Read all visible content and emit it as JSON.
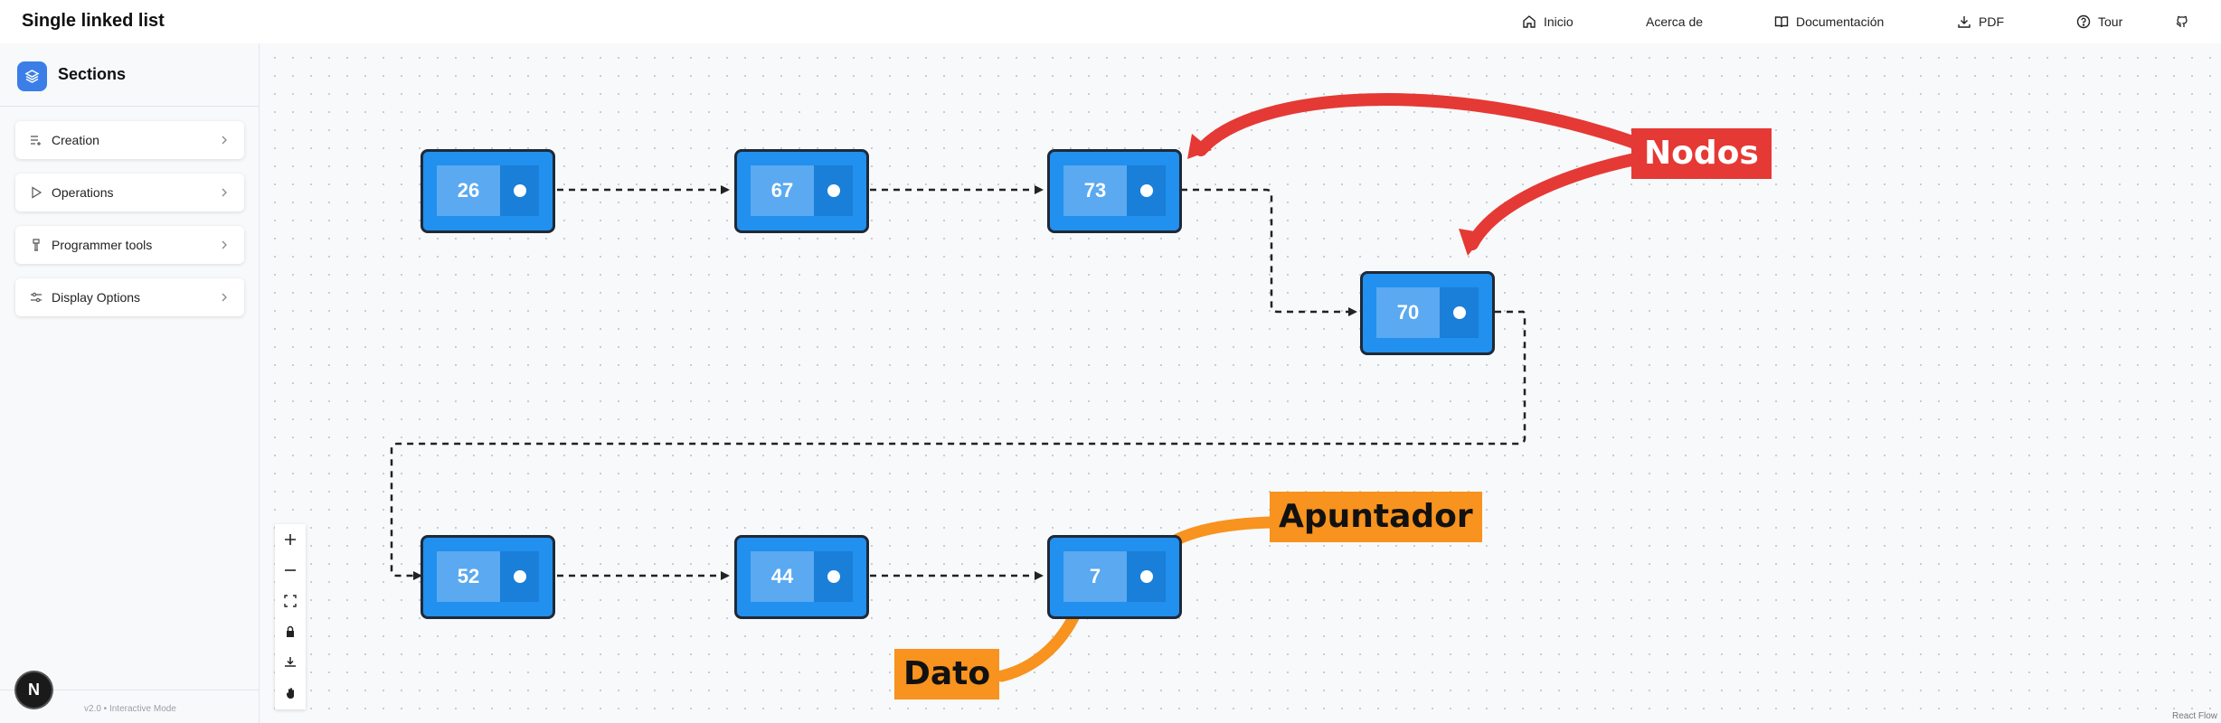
{
  "app": {
    "title": "Single linked list"
  },
  "nav": [
    {
      "label": "Inicio",
      "icon": "home-icon"
    },
    {
      "label": "Acerca de",
      "icon": ""
    },
    {
      "label": "Documentación",
      "icon": "book-icon"
    },
    {
      "label": "PDF",
      "icon": "download-icon"
    },
    {
      "label": "Tour",
      "icon": "help-circle-icon"
    },
    {
      "label": "",
      "icon": "github-icon"
    }
  ],
  "sidebar": {
    "title": "Sections",
    "items": [
      {
        "label": "Creation",
        "icon": "list-plus-icon"
      },
      {
        "label": "Operations",
        "icon": "play-icon"
      },
      {
        "label": "Programmer tools",
        "icon": "tool-icon"
      },
      {
        "label": "Display Options",
        "icon": "sliders-icon"
      }
    ],
    "footer": "v2.0 • Interactive Mode",
    "next_badge": "N"
  },
  "list": {
    "nodes": [
      {
        "value": "26"
      },
      {
        "value": "67"
      },
      {
        "value": "73"
      },
      {
        "value": "70"
      },
      {
        "value": "52"
      },
      {
        "value": "44"
      },
      {
        "value": "7"
      }
    ]
  },
  "annotations": {
    "nodos": "Nodos",
    "apuntador": "Apuntador",
    "dato": "Dato"
  },
  "colors": {
    "node_fill": "#2190ee",
    "node_data": "#5aa9f1",
    "node_pointer": "#1a7fd8",
    "annotation_red": "#e53935",
    "annotation_orange": "#f7931e"
  },
  "canvas": {
    "attribution": "React Flow"
  }
}
